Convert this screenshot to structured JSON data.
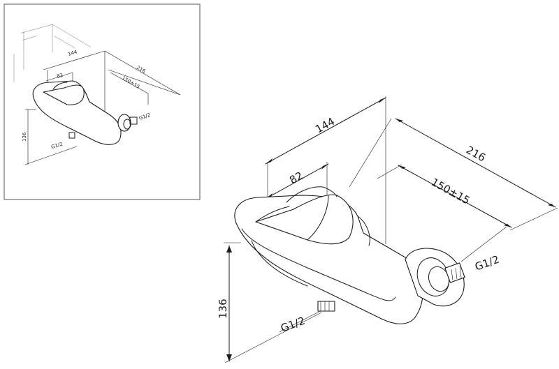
{
  "drawing": {
    "dimensions": {
      "width_lever": "82",
      "width_body": "144",
      "length_total": "216",
      "centers": "150±15",
      "height": "136",
      "inlet_thread": "G1/2",
      "outlet_thread": "G1/2"
    }
  },
  "colors": {
    "line": "#1a1a1a",
    "frame": "#555555",
    "background": "#ffffff"
  }
}
